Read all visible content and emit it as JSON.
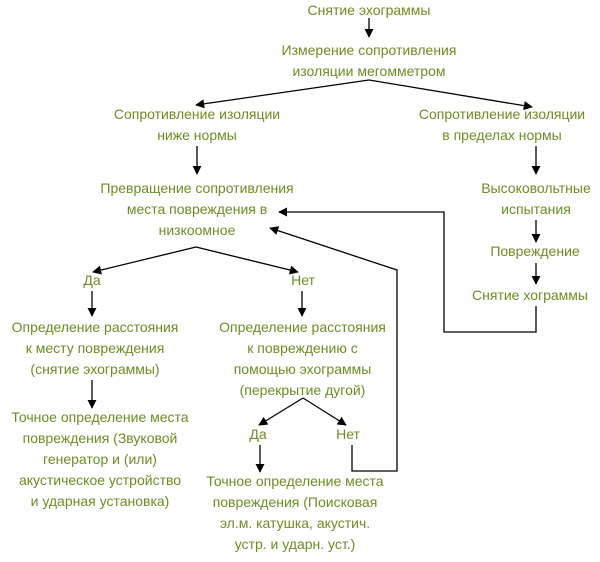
{
  "diagram": {
    "nodes": {
      "n1": "Снятие эхограммы",
      "n2": "Измерение сопротивления\nизоляции мегомметром",
      "n3": "Сопротивление изоляции\nниже нормы",
      "n4": "Сопротивление изоляции\nв пределах нормы",
      "n5": "Превращение сопротивления\nместа повреждения в\nнизкоомное",
      "n6": "Высоковольтные\nиспытания",
      "n7": "Повреждение",
      "n8": "Снятие хограммы",
      "n9": "Да",
      "n10": "Нет",
      "n11": "Определение расстояния\nк месту повреждения\n(снятие эхограммы)",
      "n12": "Определение расстояния\nк повреждению с\nпомощью эхограммы\n(перекрытие дугой)",
      "n13": "Точное определение места\nповреждения (Звуковой\nгенератор и (или)\nакустическое устройство\nи ударная установка)",
      "n14": "Да",
      "n15": "Нет",
      "n16": "Точное определение места\nповреждения (Поисковая\nэл.м. катушка, акустич.\nустр. и ударн. уст.)"
    },
    "text_color": "#6b8e23",
    "line_color": "#000000"
  }
}
